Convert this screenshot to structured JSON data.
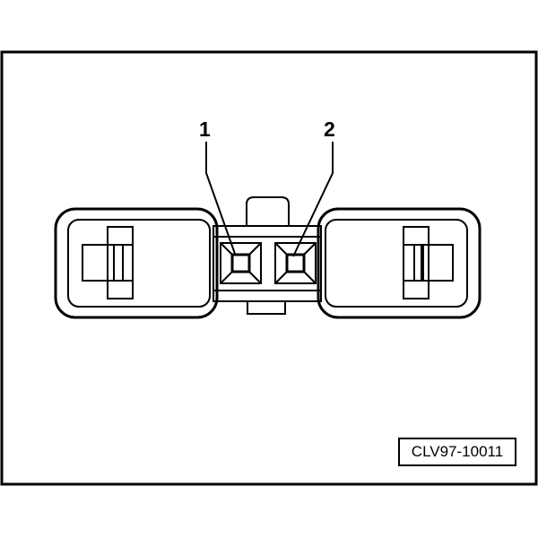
{
  "figure": {
    "code": "CLV97-10011",
    "callouts": [
      {
        "number": "1"
      },
      {
        "number": "2"
      }
    ]
  },
  "colors": {
    "line": "#000000",
    "background": "#ffffff"
  }
}
